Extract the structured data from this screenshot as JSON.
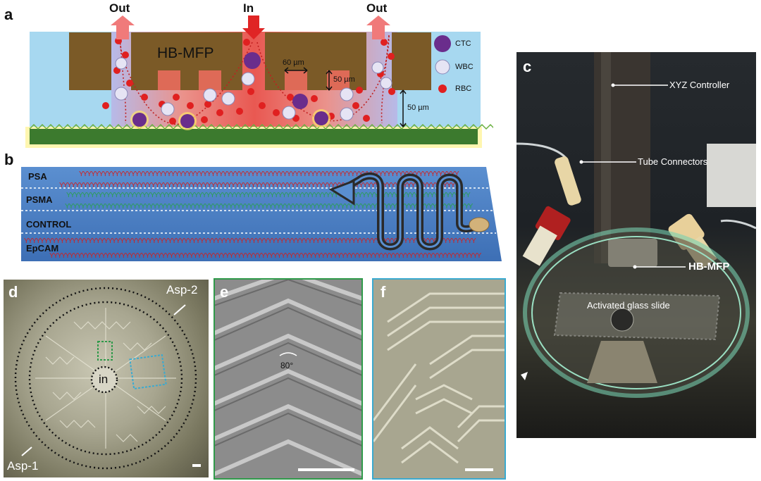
{
  "panel_labels": {
    "a": "a",
    "b": "b",
    "c": "c",
    "d": "d",
    "e": "e",
    "f": "f"
  },
  "panel_a": {
    "device_label": "HB-MFP",
    "out_left": "Out",
    "in_center": "In",
    "out_right": "Out",
    "width_label": "60 µm",
    "height_label_inner": "50 µm",
    "height_label_outer": "50 µm",
    "legend": [
      {
        "label": "CTC",
        "color": "#6a2d8c"
      },
      {
        "label": "WBC",
        "color": "#d9d7ee"
      },
      {
        "label": "RBC",
        "color": "#e02020"
      }
    ],
    "colors": {
      "device": "#7a5a26",
      "chamber": "#9fd4ef",
      "flow": "#f0504a",
      "slide": "#3c7a2e",
      "arrow": "#f07070",
      "in_arrow": "#e02525"
    }
  },
  "panel_b": {
    "rows": [
      "PSA",
      "PSMA",
      "CONTROL",
      "EpCAM"
    ],
    "colors": {
      "slide": "#4c7fc4",
      "psa": "#d02020",
      "psma": "#2aa050",
      "channel": "#2a2a2a"
    }
  },
  "panel_c": {
    "labels": {
      "xyz": "XYZ Controller",
      "tube": "Tube Connectors",
      "device": "HB-MFP",
      "slide": "Activated glass slide"
    }
  },
  "panel_d": {
    "asp2": "Asp-2",
    "asp1": "Asp-1",
    "inlet": "in"
  },
  "panel_e": {
    "angle": "80°",
    "border_color": "#2f9a4a"
  },
  "panel_f": {
    "border_color": "#3aaad0"
  }
}
